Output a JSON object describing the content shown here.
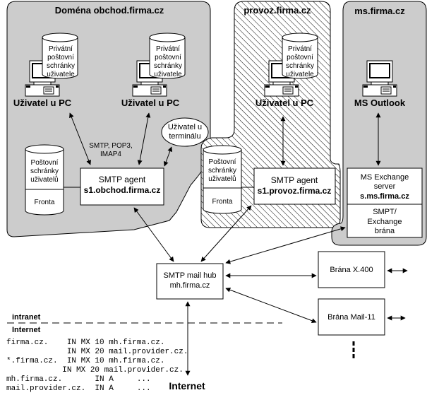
{
  "domains": {
    "obchod": {
      "title": "Doména obchod.firma.cz",
      "fill": "#cccccc"
    },
    "provoz": {
      "title": "provoz.firma.cz",
      "pattern": "hatched"
    },
    "ms": {
      "title": "ms.firma.cz",
      "fill": "#cccccc"
    }
  },
  "private_mailbox": [
    "Privátní",
    "poštovní",
    "schránky",
    "uživatele"
  ],
  "user_pc_label": "Uživatel u PC",
  "ms_outlook_label": "MS Outlook",
  "terminal_user": [
    "Uživatel u",
    "terminálu"
  ],
  "protocols": [
    "SMTP, POP3,",
    "IMAP4"
  ],
  "user_mailboxes": [
    "Poštovní",
    "schránky",
    "uživatelů"
  ],
  "queue_label": "Fronta",
  "smtp_agent_obchod": {
    "line1": "SMTP agent",
    "line2": "s1.obchod.firma.cz"
  },
  "smtp_agent_provoz": {
    "line1": "SMTP agent",
    "line2": "s1.provoz.firma.cz"
  },
  "ms_exchange": {
    "line1": "MS Exchange",
    "line2": "server",
    "line3": "s.ms.firma.cz"
  },
  "smpt_gateway": [
    "SMPT/",
    "Exchange",
    "brána"
  ],
  "mail_hub": {
    "line1": "SMTP mail hub",
    "line2": "mh.firma.cz"
  },
  "gateway_x400": "Brána X.400",
  "gateway_mail11": "Brána Mail-11",
  "intranet_label": "intranet",
  "internet_label": "Internet",
  "internet_bottom_label": "Internet",
  "dns_records": [
    "firma.cz.    IN MX 10 mh.firma.cz.",
    "             IN MX 20 mail.provider.cz.",
    "*.firma.cz.  IN MX 10 mh.firma.cz.",
    "            IN MX 20 mail.provider.cz.",
    "mh.firma.cz.       IN A     ...",
    "mail.provider.cz.  IN A     ..."
  ]
}
